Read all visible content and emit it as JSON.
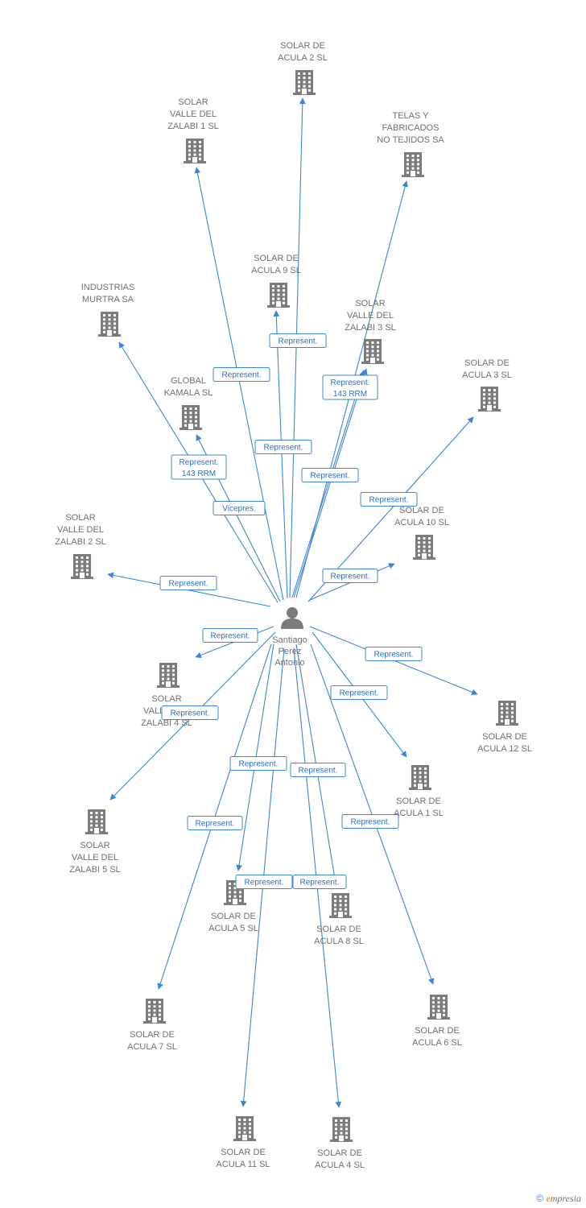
{
  "person": {
    "name_lines": [
      "Santiago",
      "Perez",
      "Antonio"
    ]
  },
  "companies": [
    {
      "id": "solar-acula-2",
      "lines": [
        "SOLAR DE",
        "ACULA 2 SL"
      ]
    },
    {
      "id": "solar-valle-zalabi-1",
      "lines": [
        "SOLAR",
        "VALLE DEL",
        "ZALABI 1 SL"
      ]
    },
    {
      "id": "telas-fabricados",
      "lines": [
        "TELAS Y",
        "FABRICADOS",
        "NO TEJIDOS SA"
      ]
    },
    {
      "id": "solar-acula-9",
      "lines": [
        "SOLAR DE",
        "ACULA 9 SL"
      ]
    },
    {
      "id": "industrias-murtra",
      "lines": [
        "INDUSTRIAS",
        "MURTRA SA"
      ]
    },
    {
      "id": "solar-valle-zalabi-3",
      "lines": [
        "SOLAR",
        "VALLE DEL",
        "ZALABI 3 SL"
      ]
    },
    {
      "id": "global-kamala",
      "lines": [
        "GLOBAL",
        "KAMALA SL"
      ]
    },
    {
      "id": "solar-acula-3",
      "lines": [
        "SOLAR DE",
        "ACULA 3 SL"
      ]
    },
    {
      "id": "solar-acula-10",
      "lines": [
        "SOLAR DE",
        "ACULA 10 SL"
      ]
    },
    {
      "id": "solar-valle-zalabi-2",
      "lines": [
        "SOLAR",
        "VALLE DEL",
        "ZALABI 2 SL"
      ]
    },
    {
      "id": "solar-valle-zalabi-4",
      "lines": [
        "SOLAR",
        "VALLE DEL",
        "ZALABI 4 SL"
      ]
    },
    {
      "id": "solar-acula-12",
      "lines": [
        "SOLAR DE",
        "ACULA 12 SL"
      ]
    },
    {
      "id": "solar-acula-1",
      "lines": [
        "SOLAR DE",
        "ACULA 1 SL"
      ]
    },
    {
      "id": "solar-valle-zalabi-5",
      "lines": [
        "SOLAR",
        "VALLE DEL",
        "ZALABI 5 SL"
      ]
    },
    {
      "id": "solar-acula-5",
      "lines": [
        "SOLAR DE",
        "ACULA 5 SL"
      ]
    },
    {
      "id": "solar-acula-8",
      "lines": [
        "SOLAR DE",
        "ACULA 8 SL"
      ]
    },
    {
      "id": "solar-acula-7",
      "lines": [
        "SOLAR DE",
        "ACULA 7 SL"
      ]
    },
    {
      "id": "solar-acula-6",
      "lines": [
        "SOLAR DE",
        "ACULA 6 SL"
      ]
    },
    {
      "id": "solar-acula-11",
      "lines": [
        "SOLAR DE",
        "ACULA 11 SL"
      ]
    },
    {
      "id": "solar-acula-4",
      "lines": [
        "SOLAR DE",
        "ACULA 4 SL"
      ]
    }
  ],
  "edges": [
    {
      "to": "solar-acula-2",
      "label": [
        "Represent."
      ]
    },
    {
      "to": "solar-valle-zalabi-1",
      "label": [
        "Represent."
      ]
    },
    {
      "to": "telas-fabricados",
      "label": [
        "Represent."
      ]
    },
    {
      "to": "solar-acula-9",
      "label": [
        "Represent."
      ]
    },
    {
      "to": "industrias-murtra",
      "label": [
        "Represent.",
        "143 RRM"
      ]
    },
    {
      "to": "solar-valle-zalabi-3",
      "label": [
        "Represent.",
        "143 RRM"
      ]
    },
    {
      "to": "global-kamala",
      "label": [
        "Vicepres."
      ]
    },
    {
      "to": "solar-acula-3",
      "label": [
        "Represent."
      ]
    },
    {
      "to": "solar-acula-10",
      "label": [
        "Represent."
      ]
    },
    {
      "to": "solar-valle-zalabi-2",
      "label": [
        "Represent."
      ]
    },
    {
      "to": "solar-valle-zalabi-4",
      "label": [
        "Represent."
      ]
    },
    {
      "to": "solar-acula-12",
      "label": [
        "Represent."
      ]
    },
    {
      "to": "solar-acula-1",
      "label": [
        "Represent."
      ]
    },
    {
      "to": "solar-valle-zalabi-5",
      "label": [
        "Represent."
      ]
    },
    {
      "to": "solar-acula-5",
      "label": [
        "Represent."
      ]
    },
    {
      "to": "solar-acula-8",
      "label": [
        "Represent."
      ]
    },
    {
      "to": "solar-acula-7",
      "label": [
        "Represent."
      ]
    },
    {
      "to": "solar-acula-6",
      "label": [
        "Represent."
      ]
    },
    {
      "to": "solar-acula-11",
      "label": [
        "Represent."
      ]
    },
    {
      "to": "solar-acula-4",
      "label": [
        "Represent."
      ]
    },
    {
      "to": "solar-valle-zalabi-3",
      "label": [
        "Represent."
      ]
    }
  ],
  "footer": {
    "copyright": "©",
    "brand_e": "e",
    "brand_rest": "mpresia"
  }
}
